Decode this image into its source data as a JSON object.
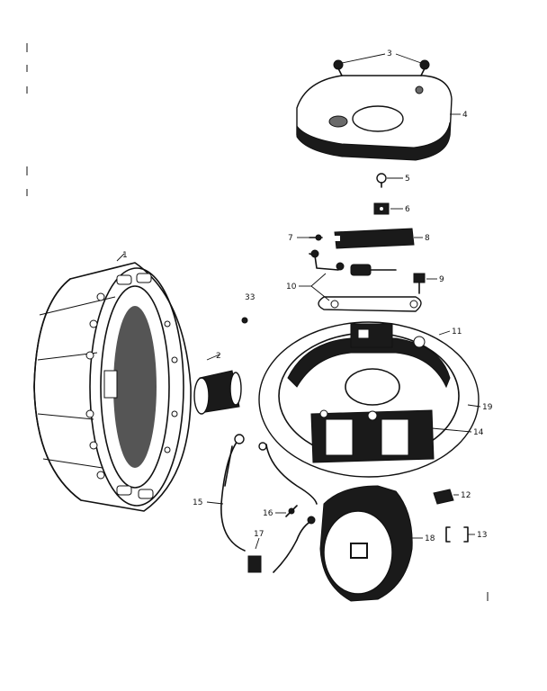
{
  "diagram": {
    "parts": [
      {
        "id": "1",
        "label": "1"
      },
      {
        "id": "2",
        "label": "2"
      },
      {
        "id": "3",
        "label": "3"
      },
      {
        "id": "4",
        "label": "4"
      },
      {
        "id": "5",
        "label": "5"
      },
      {
        "id": "6",
        "label": "6"
      },
      {
        "id": "7",
        "label": "7"
      },
      {
        "id": "8",
        "label": "8"
      },
      {
        "id": "9",
        "label": "9"
      },
      {
        "id": "10",
        "label": "10"
      },
      {
        "id": "11",
        "label": "11"
      },
      {
        "id": "12",
        "label": "12"
      },
      {
        "id": "13",
        "label": "13"
      },
      {
        "id": "14",
        "label": "14"
      },
      {
        "id": "15",
        "label": "15"
      },
      {
        "id": "16",
        "label": "16"
      },
      {
        "id": "17",
        "label": "17"
      },
      {
        "id": "18",
        "label": "18"
      },
      {
        "id": "19",
        "label": "19"
      }
    ],
    "stray_marks": {
      "mark_33": "33"
    }
  }
}
